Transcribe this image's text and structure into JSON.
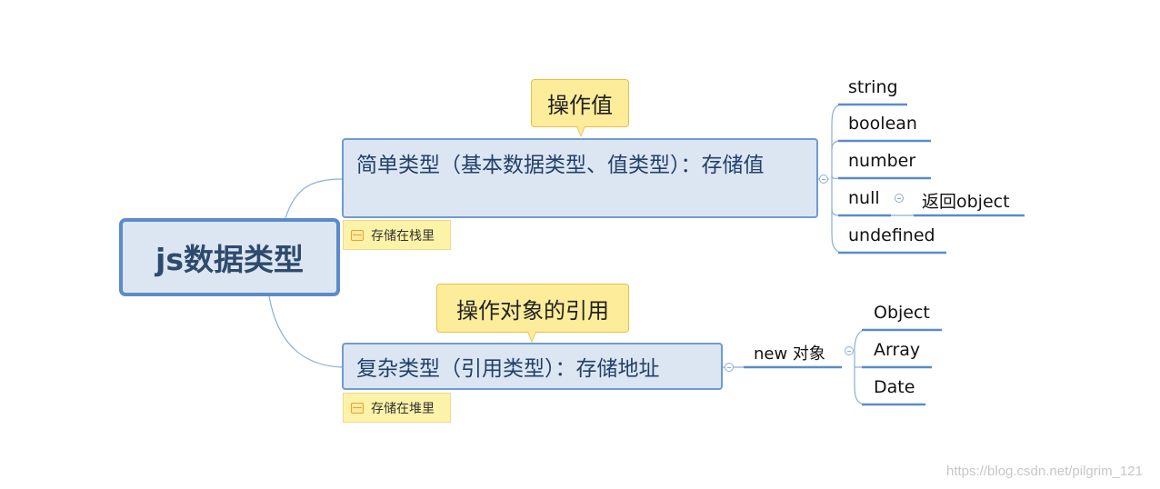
{
  "root": {
    "label": "js数据类型"
  },
  "branches": [
    {
      "label": "简单类型（基本数据类型、值类型）：存储值",
      "callout": "操作值",
      "note": "存储在栈里",
      "children": [
        {
          "label": "string"
        },
        {
          "label": "boolean"
        },
        {
          "label": "number"
        },
        {
          "label": "null",
          "child": "返回object"
        },
        {
          "label": "undefined"
        }
      ]
    },
    {
      "label": "复杂类型（引用类型）：存储地址",
      "callout": "操作对象的引用",
      "note": "存储在堆里",
      "connector": "new 对象",
      "children": [
        {
          "label": "Object"
        },
        {
          "label": "Array"
        },
        {
          "label": "Date"
        }
      ]
    }
  ],
  "watermark": "https://blog.csdn.net/pilgrim_121",
  "colors": {
    "root_border": "#5b8bc9",
    "topic_fill": "#dce6f2",
    "callout_fill": "#fdec99",
    "note_fill": "#fdf3a8",
    "leaf_line": "#5b8bc9"
  }
}
